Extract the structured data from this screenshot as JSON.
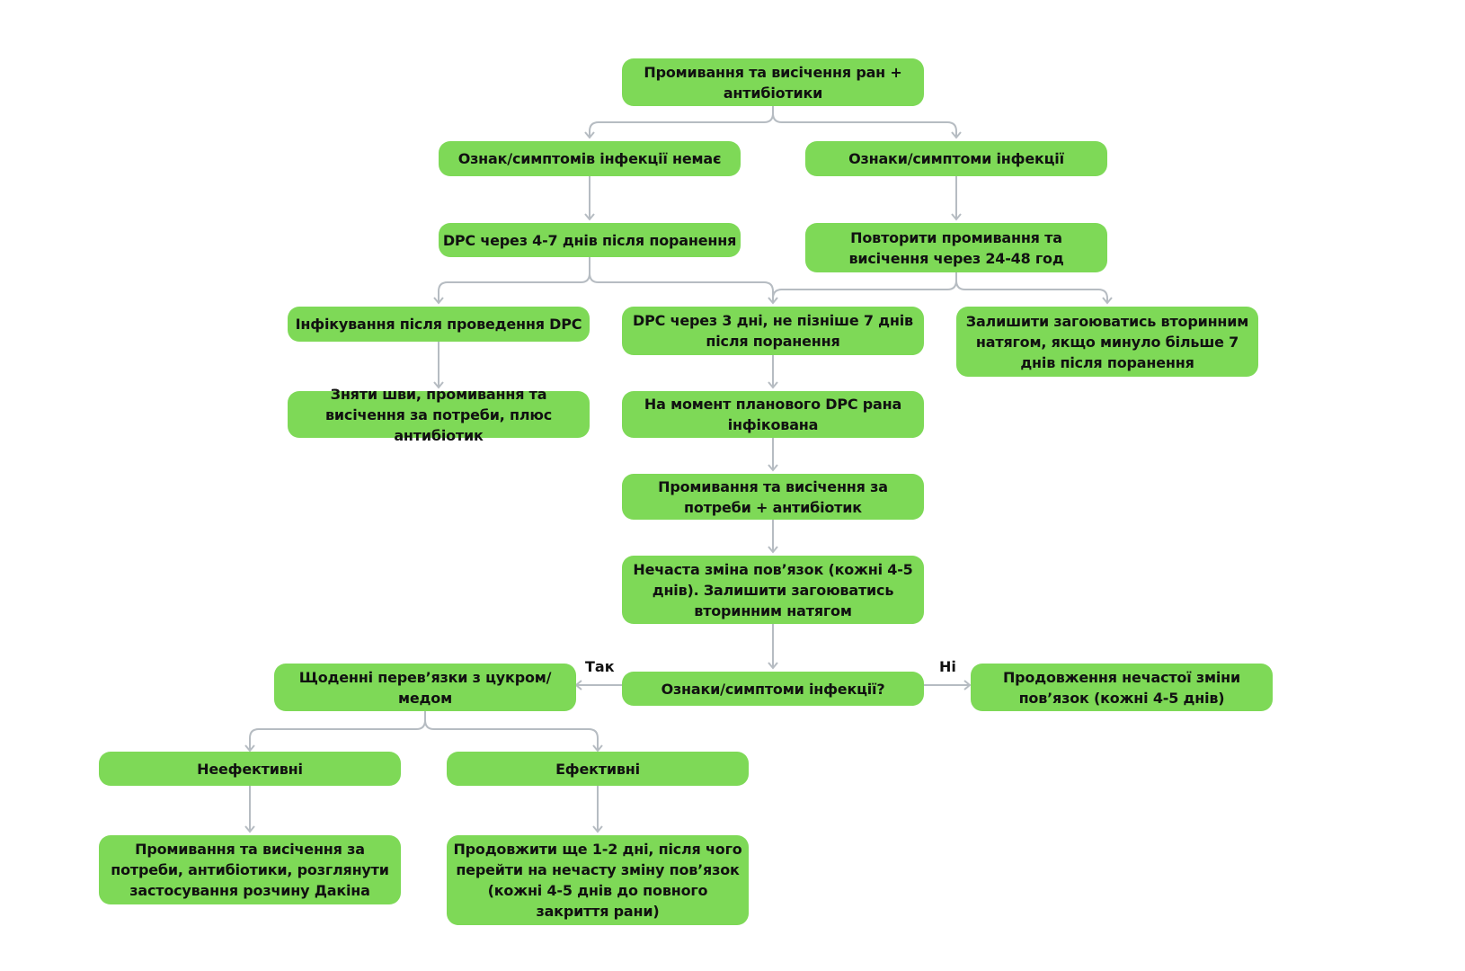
{
  "diagram": {
    "nodes": {
      "n1": "Промивання та висічення ран + антибіотики",
      "n2": "Ознак/симптомів інфекції немає",
      "n3": "Ознаки/симптоми інфекції",
      "n4": "DPC через 4-7 днів після поранення",
      "n5": "Повторити промивання та висічення через 24-48 год",
      "n6": "Інфікування після проведення DPC",
      "n7": "DPC через 3 дні, не пізніше 7 днів після поранення",
      "n8": "Залишити загоюватись вторинним натягом, якщо минуло більше 7 днів після поранення",
      "n9": "Зняти шви, промивання та висічення за потреби, плюс антибіотик",
      "n10": "На момент планового DPC рана інфікована",
      "n11": "Промивання та висічення за потреби + антибіотик",
      "n12": "Нечаста зміна пов’язок (кожні 4-5 днів). Залишити загоюватись вторинним натягом",
      "n13": "Ознаки/симптоми інфекції?",
      "n14": "Щоденні перев’язки з цукром/медом",
      "n15": "Продовження нечастої зміни пов’язок (кожні 4-5 днів)",
      "n16": "Неефективні",
      "n17": "Ефективні",
      "n18": "Промивання та висічення за потреби, антибіотики, розглянути застосування розчину Дакіна",
      "n19": "Продовжити ще 1-2 дні, після чого перейти на нечасту зміну пов’язок (кожні 4-5 днів до повного закриття рани)"
    },
    "labels": {
      "yes": "Так",
      "no": "Ні"
    },
    "colors": {
      "node_fill": "#7ed957",
      "connector": "#b6bcc2"
    }
  }
}
